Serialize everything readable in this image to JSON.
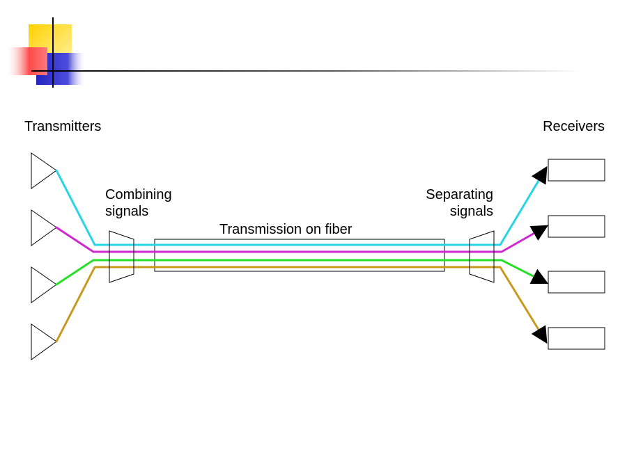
{
  "labels": {
    "transmitters": "Transmitters",
    "receivers": "Receivers",
    "combining_line1": "Combining",
    "combining_line2": "signals",
    "separating_line1": "Separating",
    "separating_line2": "signals",
    "fiber": "Transmission on fiber"
  },
  "colors": {
    "signal_1": "#27d5e6",
    "signal_2": "#cf28cf",
    "signal_3": "#26e028",
    "signal_4": "#c8991f",
    "outline": "#000000",
    "logo_yellow": "#ffd200",
    "logo_red": "#ff5a5a",
    "logo_blue": "#3030c8"
  },
  "icons": {
    "transmitter": "triangle",
    "combiner": "trapezoid",
    "separator": "trapezoid",
    "receiver": "rectangle"
  }
}
